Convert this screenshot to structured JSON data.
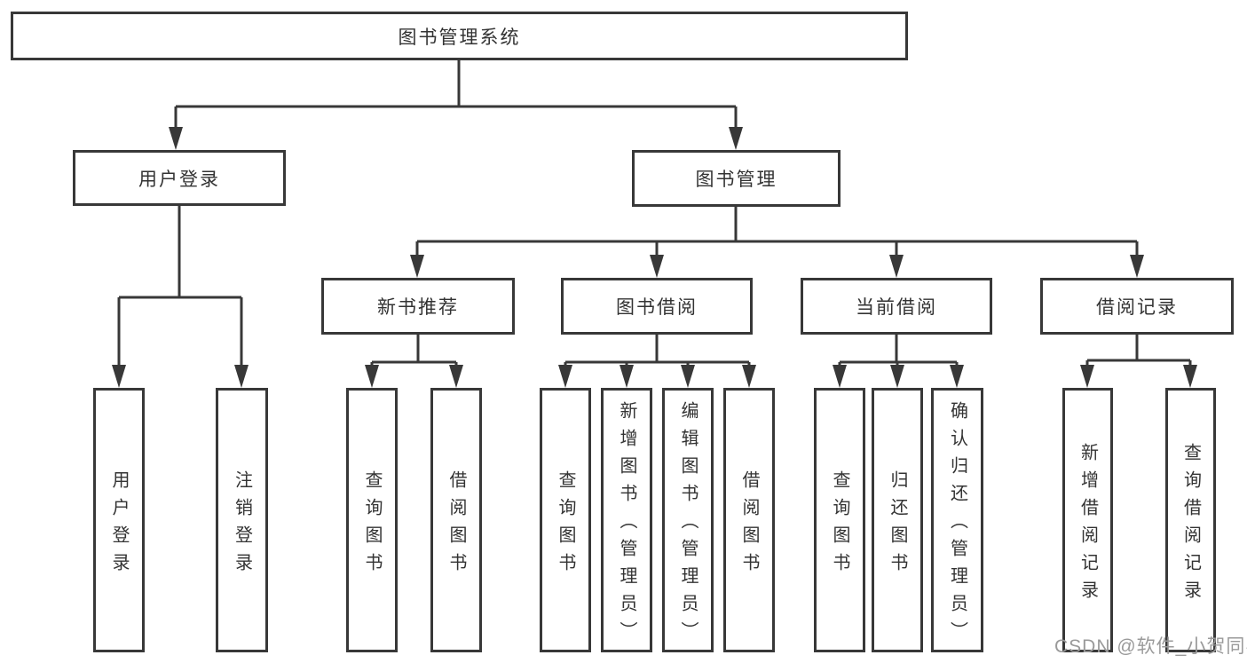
{
  "tree": {
    "label": "图书管理系统",
    "children": [
      {
        "label": "用户登录",
        "children": [
          {
            "label": "用户登录"
          },
          {
            "label": "注销登录"
          }
        ]
      },
      {
        "label": "图书管理",
        "children": [
          {
            "label": "新书推荐",
            "children": [
              {
                "label": "查询图书"
              },
              {
                "label": "借阅图书"
              }
            ]
          },
          {
            "label": "图书借阅",
            "children": [
              {
                "label": "查询图书"
              },
              {
                "label": "新增图书（管理员）"
              },
              {
                "label": "编辑图书（管理员）"
              },
              {
                "label": "借阅图书"
              }
            ]
          },
          {
            "label": "当前借阅",
            "children": [
              {
                "label": "查询图书"
              },
              {
                "label": "归还图书"
              },
              {
                "label": "确认归还（管理员）"
              }
            ]
          },
          {
            "label": "借阅记录",
            "children": [
              {
                "label": "新增借阅记录"
              },
              {
                "label": "查询借阅记录"
              }
            ]
          }
        ]
      }
    ]
  },
  "watermark": "CSDN @软件_小贺同学",
  "colors": {
    "line": "#383838",
    "text": "#333333",
    "watermark": "#9a9a9a",
    "background": "#ffffff"
  }
}
